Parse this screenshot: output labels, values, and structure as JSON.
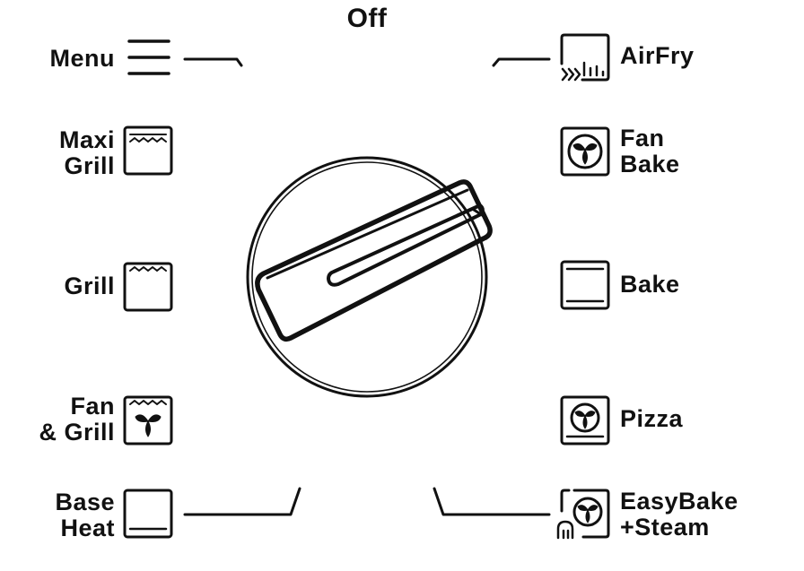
{
  "dial": {
    "top_label": "Off",
    "functions": [
      {
        "id": "menu",
        "lines": [
          "Menu"
        ],
        "icon": "menu-lines-icon"
      },
      {
        "id": "maxi-grill",
        "lines": [
          "Maxi",
          "Grill"
        ],
        "icon": "maxi-grill-icon"
      },
      {
        "id": "grill",
        "lines": [
          "Grill"
        ],
        "icon": "grill-icon"
      },
      {
        "id": "fan-grill",
        "lines": [
          "Fan",
          "& Grill"
        ],
        "icon": "fan-grill-icon"
      },
      {
        "id": "base-heat",
        "lines": [
          "Base",
          "Heat"
        ],
        "icon": "base-heat-icon"
      },
      {
        "id": "airfry",
        "lines": [
          "AirFry"
        ],
        "icon": "airfry-icon"
      },
      {
        "id": "fan-bake",
        "lines": [
          "Fan",
          "Bake"
        ],
        "icon": "fan-bake-icon"
      },
      {
        "id": "bake",
        "lines": [
          "Bake"
        ],
        "icon": "bake-icon"
      },
      {
        "id": "pizza",
        "lines": [
          "Pizza"
        ],
        "icon": "pizza-icon"
      },
      {
        "id": "easybake-steam",
        "lines": [
          "EasyBake",
          "+Steam"
        ],
        "icon": "easybake-steam-icon"
      }
    ]
  },
  "colors": {
    "stroke": "#111111",
    "background": "#ffffff"
  }
}
